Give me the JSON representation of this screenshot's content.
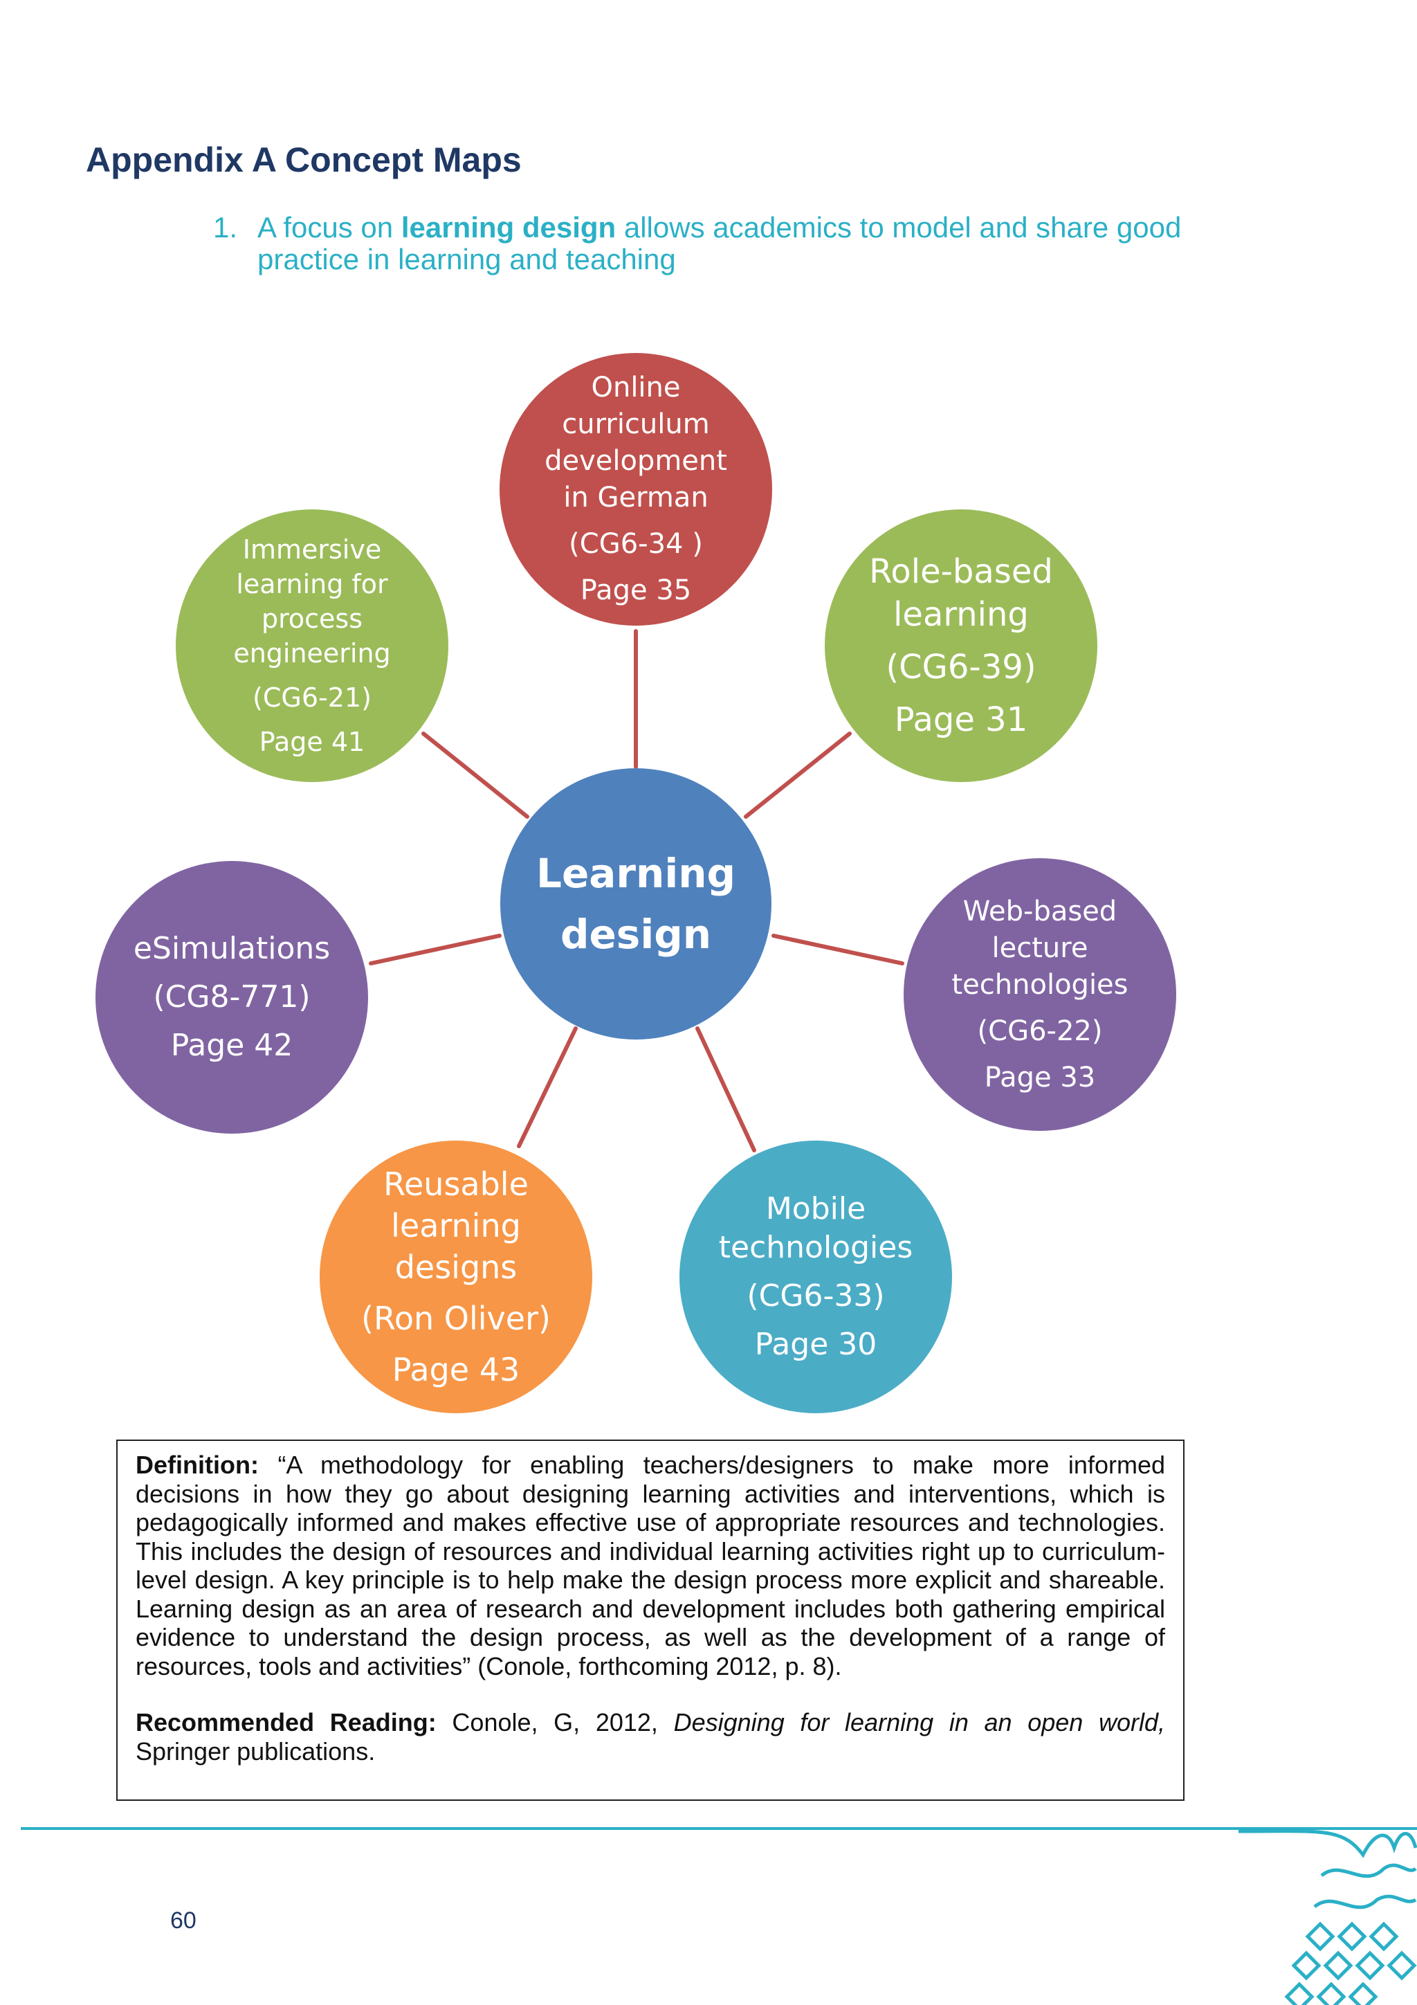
{
  "heading": "Appendix A Concept Maps",
  "subheading": {
    "number": "1.",
    "prefix": "A focus on ",
    "bold": "learning design",
    "suffix": " allows academics to model and share good practice in learning and teaching"
  },
  "diagram": {
    "center": {
      "line1": "Learning",
      "line2": "design",
      "color": "#4f81bd"
    },
    "connector_color": "#c0504d",
    "nodes": [
      {
        "id": "online-curriculum",
        "lines": [
          "Online",
          "curriculum",
          "development",
          "in German"
        ],
        "ref": "(CG6-34 )",
        "page": "Page 35",
        "color": "#c0504d"
      },
      {
        "id": "role-based",
        "lines": [
          "Role-based",
          "learning"
        ],
        "ref": "(CG6-39)",
        "page": "Page 31",
        "color": "#9bbb59"
      },
      {
        "id": "web-based",
        "lines": [
          "Web-based",
          "lecture",
          "technologies"
        ],
        "ref": "(CG6-22)",
        "page": "Page 33",
        "color": "#8064a2"
      },
      {
        "id": "mobile",
        "lines": [
          "Mobile",
          "technologies"
        ],
        "ref": "(CG6-33)",
        "page": "Page 30",
        "color": "#4bacc6"
      },
      {
        "id": "reusable",
        "lines": [
          "Reusable",
          "learning",
          "designs"
        ],
        "ref": "(Ron Oliver)",
        "page": "Page 43",
        "color": "#f79646"
      },
      {
        "id": "esimulations",
        "lines": [
          "eSimulations"
        ],
        "ref": "(CG8-771)",
        "page": "Page 42",
        "color": "#8064a2"
      },
      {
        "id": "immersive",
        "lines": [
          "Immersive",
          "learning for",
          "process",
          "engineering"
        ],
        "ref": "(CG6-21)",
        "page": "Page 41",
        "color": "#9bbb59"
      }
    ]
  },
  "definition": {
    "label": "Definition:",
    "text": " “A methodology for enabling teachers/designers to make more informed decisions in how they go about designing learning activities and interventions, which is pedagogically informed and makes effective use of appropriate resources and technologies. This includes the design of resources and individual learning activities right up to curriculum-level design. A key principle is to help make the design process more explicit and shareable. Learning design as an area of research and development includes both gathering empirical evidence to understand the design process, as well as the development of a range of resources, tools and activities” (Conole, forthcoming 2012, p. 8).",
    "reading_label": "Recommended Reading:",
    "reading_author": " Conole, G, 2012, ",
    "reading_title": "Designing for learning in an open world,",
    "reading_publisher": " Springer publications."
  },
  "footer": {
    "page_number": "60",
    "accent_color": "#2ab0c6"
  }
}
